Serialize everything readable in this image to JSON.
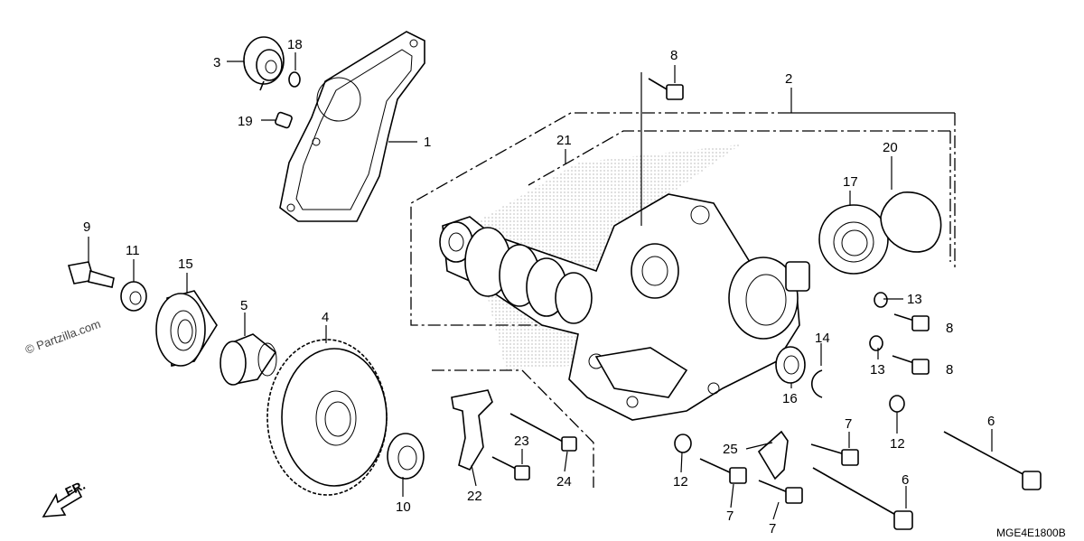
{
  "watermark": "© Partzilla.com",
  "diagram_code": "MGE4E1800B",
  "direction": "FR.",
  "callouts": [
    "1",
    "2",
    "3",
    "4",
    "5",
    "6",
    "6",
    "7",
    "7",
    "7",
    "8",
    "8",
    "8",
    "9",
    "10",
    "11",
    "12",
    "12",
    "13",
    "13",
    "14",
    "15",
    "16",
    "17",
    "18",
    "19",
    "20",
    "21",
    "22",
    "23",
    "24",
    "25"
  ]
}
